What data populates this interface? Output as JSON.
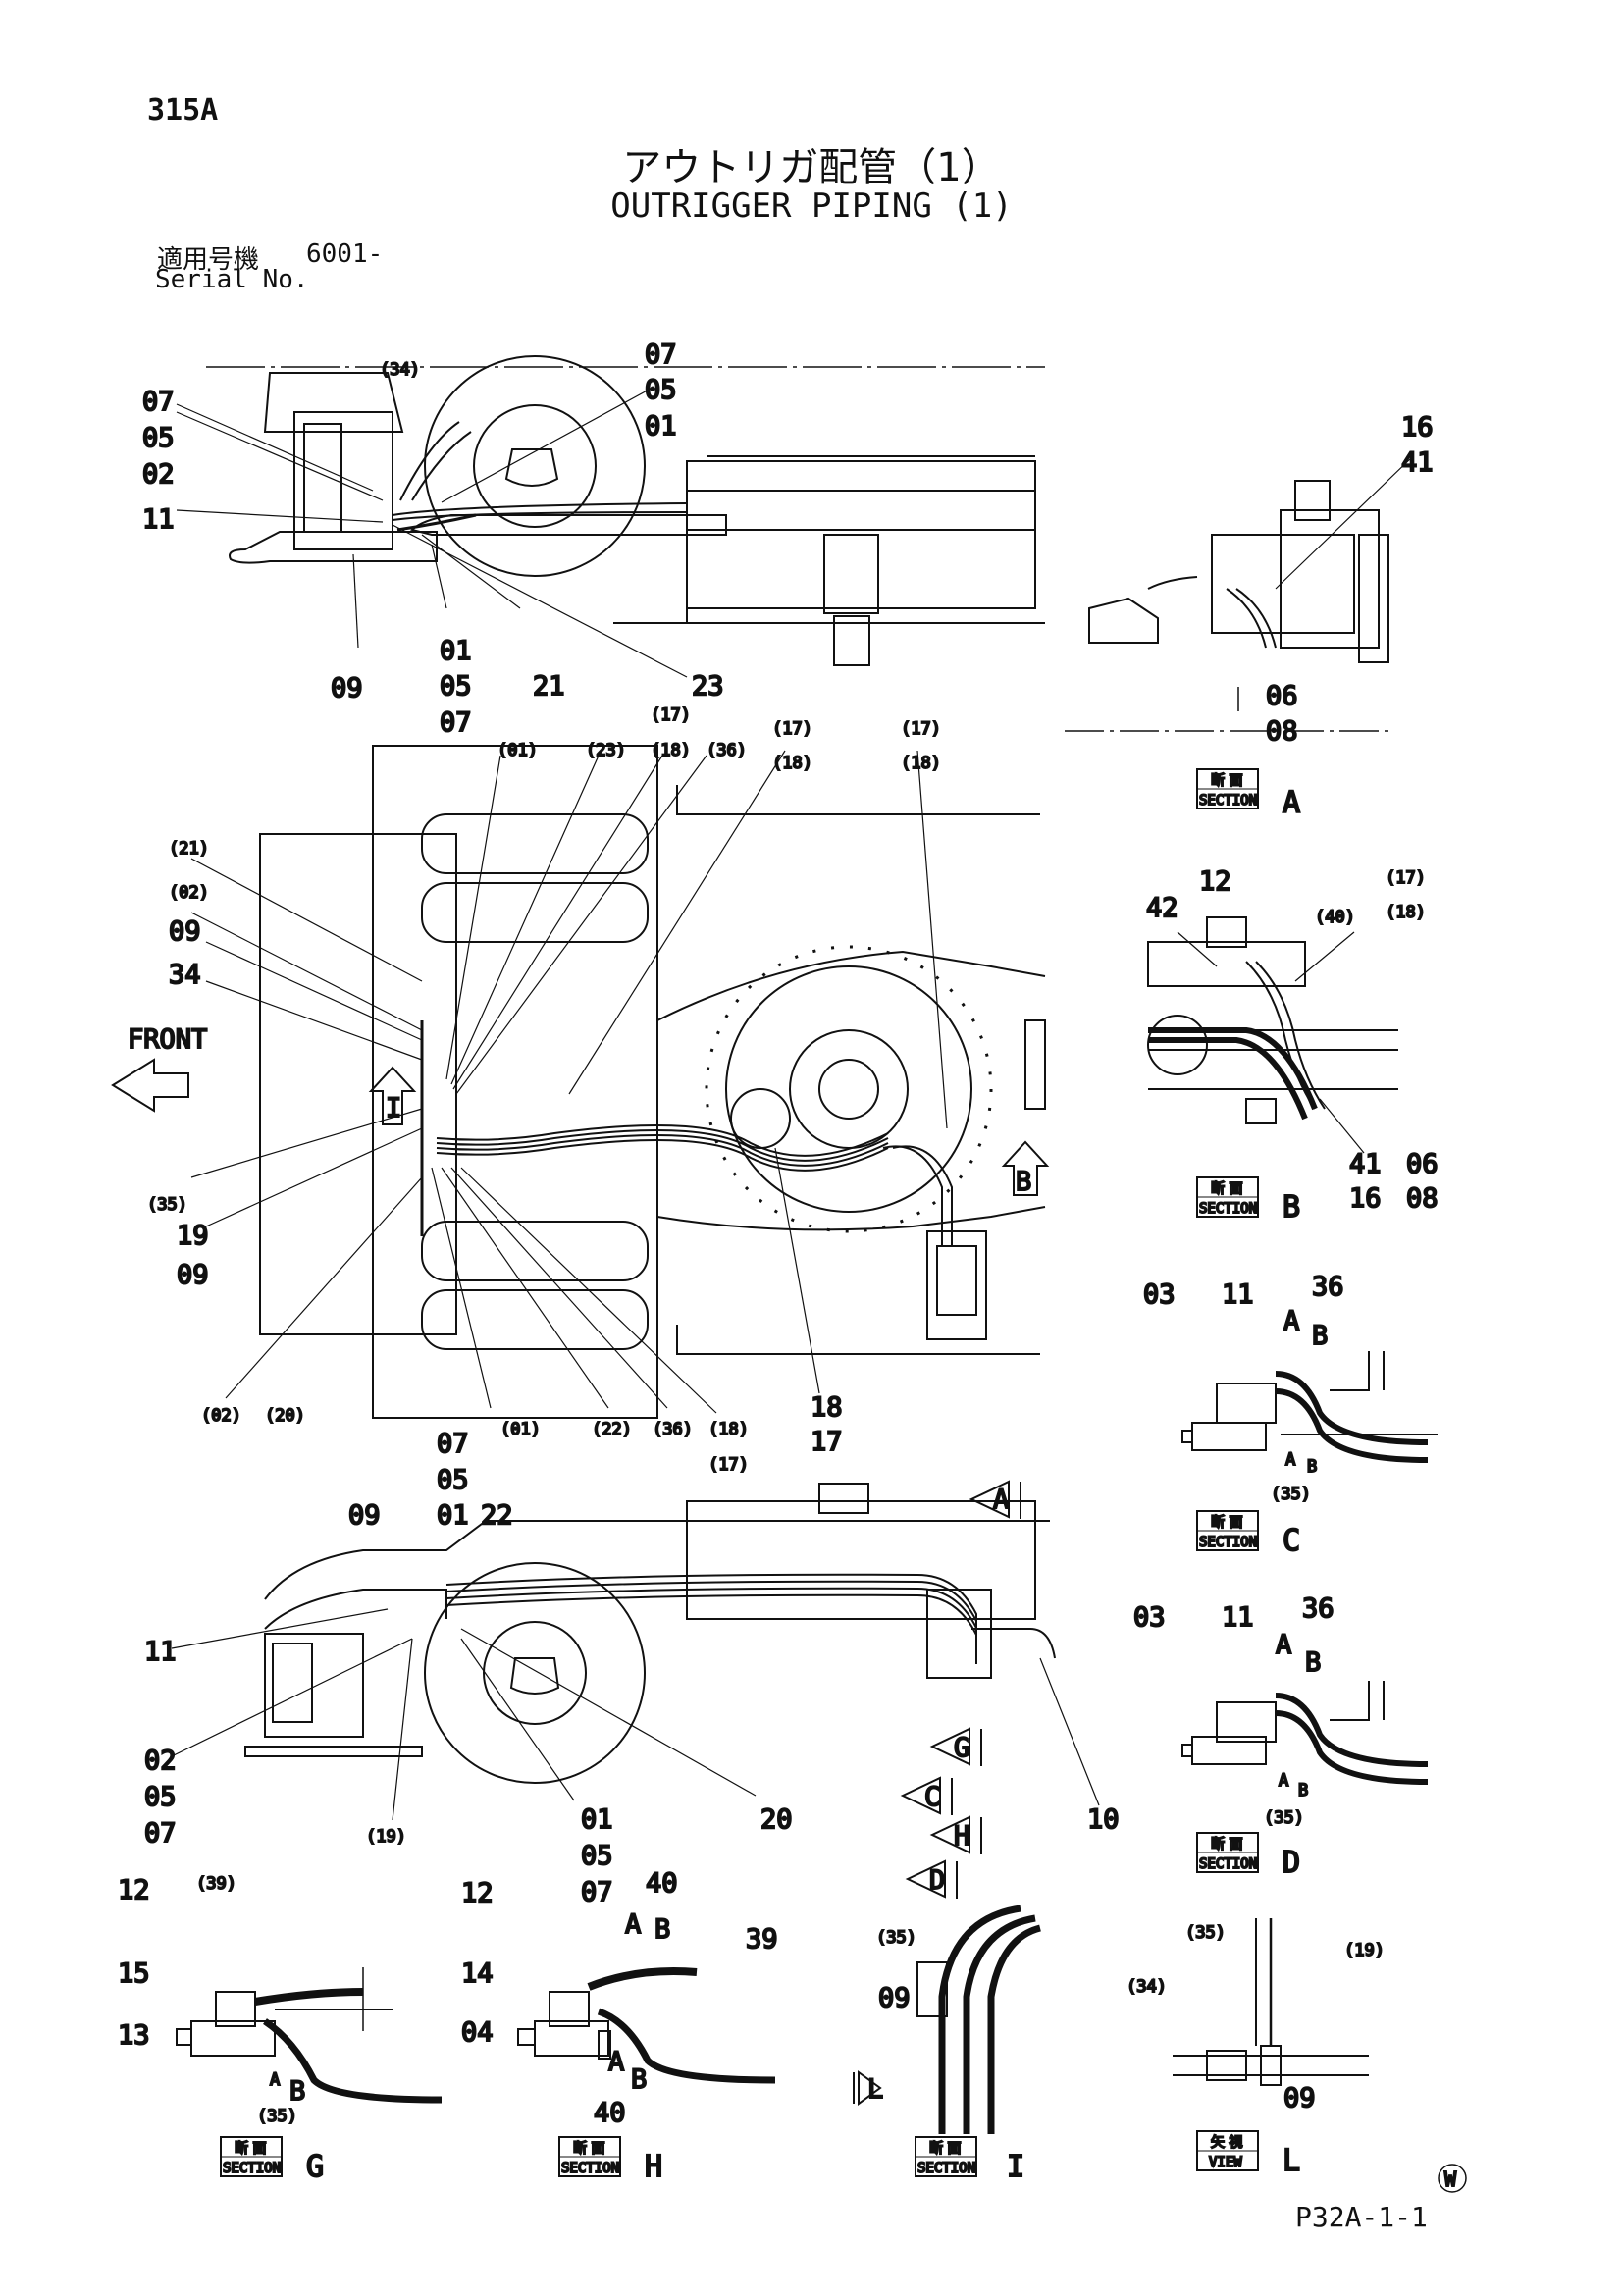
{
  "header": {
    "page_number": "315A",
    "title_ja": "アウトリガ配管（1）",
    "title_en": "OUTRIGGER PIPING (1)",
    "serial_label_ja": "適用号機",
    "serial_value": "6001-",
    "serial_label_en": "Serial No."
  },
  "footer": {
    "doc_ref": "P32A-1-1",
    "mark": "W"
  },
  "arrows": {
    "front": "FRONT",
    "view_i": "I",
    "view_b": "B",
    "view_a": "A",
    "view_g": "G",
    "view_c": "C",
    "view_h": "H",
    "view_d": "D",
    "view_l": "L"
  },
  "callouts": {
    "top": {
      "c34": "(34)",
      "l07": "07",
      "l05": "05",
      "l02": "02",
      "l11": "11",
      "r07": "07",
      "r05": "05",
      "r01": "01",
      "b09": "09",
      "b01": "01",
      "b05": "05",
      "b07": "07",
      "b21": "21",
      "b23": "23"
    },
    "middle": {
      "t01": "(01)",
      "t23": "(23)",
      "t17a": "(17)",
      "t18a": "(18)",
      "t36": "(36)",
      "t17b": "(17)",
      "t18b": "(18)",
      "t17c": "(17)",
      "t18c": "(18)",
      "l21": "(21)",
      "l02": "(02)",
      "l09": "09",
      "l34": "34",
      "l35": "(35)",
      "l19": "19",
      "l09b": "09",
      "b02": "(02)",
      "b20": "(20)",
      "b01": "(01)",
      "b22": "(22)",
      "b36": "(36)",
      "b18": "(18)",
      "b17": "(17)",
      "b18n": "18",
      "b17n": "17"
    },
    "lower": {
      "t07": "07",
      "t05": "05",
      "t01": "01",
      "t22": "22",
      "t09": "09",
      "l11": "11",
      "l02": "02",
      "l05": "05",
      "l07": "07",
      "b19": "(19)",
      "b01": "01",
      "b05": "05",
      "b07": "07",
      "b20": "20",
      "b10": "10"
    },
    "sec_a": {
      "c16": "16",
      "c41": "41",
      "c06": "06",
      "c08": "08"
    },
    "sec_b": {
      "c42": "42",
      "c12": "12",
      "c17": "(17)",
      "c18": "(18)",
      "c40": "(40)",
      "c41": "41",
      "c16": "16",
      "c06": "06",
      "c08": "08"
    },
    "sec_c": {
      "c03": "03",
      "c11": "11",
      "c36": "36",
      "cA": "A",
      "cB": "B",
      "cA2": "A",
      "cB2": "B",
      "c35": "(35)"
    },
    "sec_d": {
      "c03": "03",
      "c11": "11",
      "c36": "36",
      "cA": "A",
      "cB": "B",
      "cA2": "A",
      "cB2": "B",
      "c35": "(35)"
    },
    "sec_g": {
      "c12": "12",
      "c39": "(39)",
      "c15": "15",
      "c13": "13",
      "cA": "A",
      "cB": "B",
      "c35": "(35)"
    },
    "sec_h": {
      "c12": "12",
      "c40": "40",
      "cA": "A",
      "cB": "B",
      "c39": "39",
      "c14": "14",
      "c04": "04",
      "cA2": "A",
      "cB2": "B",
      "c40b": "40"
    },
    "sec_i": {
      "c35": "(35)",
      "c09": "09"
    },
    "view_l": {
      "c35": "(35)",
      "c19": "(19)",
      "c34": "(34)",
      "c09": "09"
    }
  },
  "section_labels": {
    "a": {
      "ja": "断 面",
      "en": "SECTION",
      "letter": "A"
    },
    "b": {
      "ja": "断 面",
      "en": "SECTION",
      "letter": "B"
    },
    "c": {
      "ja": "断 面",
      "en": "SECTION",
      "letter": "C"
    },
    "d": {
      "ja": "断 面",
      "en": "SECTION",
      "letter": "D"
    },
    "g": {
      "ja": "断 面",
      "en": "SECTION",
      "letter": "G"
    },
    "h": {
      "ja": "断 面",
      "en": "SECTION",
      "letter": "H"
    },
    "i": {
      "ja": "断 面",
      "en": "SECTION",
      "letter": "I"
    },
    "l": {
      "ja": "矢 視",
      "en": "VIEW",
      "letter": "L"
    }
  }
}
